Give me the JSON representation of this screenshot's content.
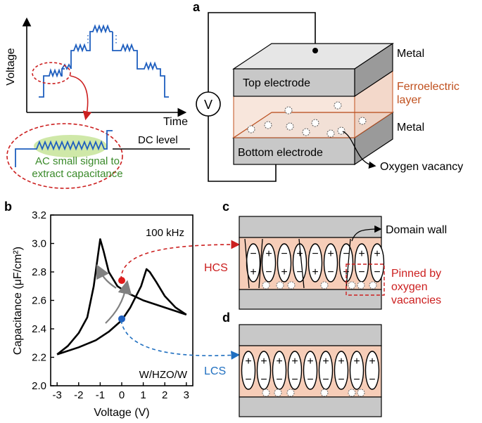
{
  "panel_labels": {
    "a": "a",
    "b": "b",
    "c": "c",
    "d": "d"
  },
  "waveform": {
    "y_label": "Voltage",
    "x_label": "Time",
    "dc_level_label": "DC level",
    "ac_note_line1": "AC small signal to",
    "ac_note_line2": "extract capacitance",
    "colors": {
      "signal": "#1f5fbf",
      "callout": "#cc1f1f",
      "ac_glow": "#cfe8a8",
      "note_text": "#3a8a2a"
    }
  },
  "device": {
    "meter_symbol": "V",
    "top_metal": "Metal",
    "top_electrode": "Top electrode",
    "ferroelectric_line1": "Ferroelectric",
    "ferroelectric_line2": "layer",
    "bottom_metal": "Metal",
    "bottom_electrode": "Bottom electrode",
    "oxygen_vacancy": "Oxygen vacancy",
    "colors": {
      "ferro_text": "#c0501e",
      "electrode_front": "#c8c8c8",
      "electrode_top": "#e6e6e6",
      "electrode_side": "#9a9a9a",
      "ferro_fill": "#f6ddd0"
    }
  },
  "chart_data": {
    "type": "line",
    "title": "",
    "xlabel": "Voltage (V)",
    "ylabel": "Capacitance (μF/cm²)",
    "xlim": [
      -3.3,
      3.3
    ],
    "ylim": [
      2.0,
      3.2
    ],
    "xticks": [
      "-3",
      "-2",
      "-1",
      "0",
      "1",
      "2",
      "3"
    ],
    "yticks": [
      "2.0",
      "2.2",
      "2.4",
      "2.6",
      "2.8",
      "3.0",
      "3.2"
    ],
    "annotations": {
      "frequency": "100 kHz",
      "sample": "W/HZO/W"
    },
    "series": [
      {
        "values": [
          [
            -3.0,
            2.22
          ],
          [
            -2.5,
            2.28
          ],
          [
            -2.0,
            2.37
          ],
          [
            -1.6,
            2.48
          ],
          [
            -1.3,
            2.7
          ],
          [
            -1.1,
            2.92
          ],
          [
            -1.0,
            3.03
          ],
          [
            -0.85,
            2.95
          ],
          [
            -0.6,
            2.8
          ],
          [
            -0.2,
            2.7
          ],
          [
            0.3,
            2.65
          ],
          [
            1.0,
            2.6
          ],
          [
            2.0,
            2.55
          ],
          [
            3.0,
            2.5
          ]
        ]
      },
      {
        "values": [
          [
            3.0,
            2.5
          ],
          [
            2.5,
            2.55
          ],
          [
            2.0,
            2.63
          ],
          [
            1.6,
            2.73
          ],
          [
            1.3,
            2.8
          ],
          [
            1.15,
            2.82
          ],
          [
            0.9,
            2.7
          ],
          [
            0.4,
            2.55
          ],
          [
            0.0,
            2.46
          ],
          [
            -0.6,
            2.38
          ],
          [
            -1.2,
            2.32
          ],
          [
            -2.0,
            2.27
          ],
          [
            -3.0,
            2.22
          ]
        ]
      }
    ],
    "markers": [
      {
        "label": "HCS",
        "x": 0.0,
        "y": 2.74,
        "color": "#e01b1b"
      },
      {
        "label": "LCS",
        "x": 0.0,
        "y": 2.47,
        "color": "#1f5fbf"
      }
    ]
  },
  "states": {
    "hcs_label": "HCS",
    "lcs_label": "LCS",
    "domain_wall_label": "Domain wall",
    "pinned_line1": "Pinned by",
    "pinned_line2": "oxygen",
    "pinned_line3": "vacancies",
    "colors": {
      "hcs": "#cc1f1f",
      "lcs": "#1f6fc0",
      "ferro_fill": "#f6cdb8",
      "electrode": "#c8c8c8"
    }
  }
}
